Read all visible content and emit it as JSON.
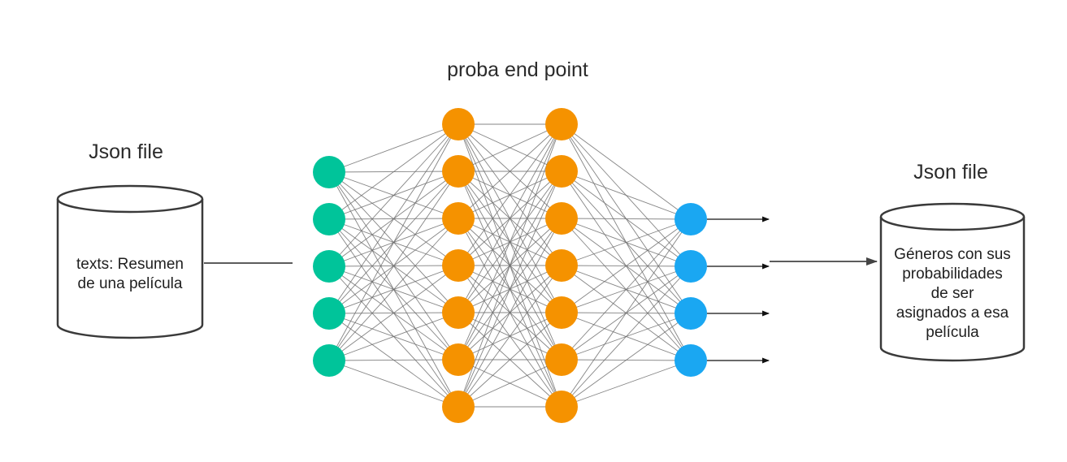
{
  "diagram": {
    "title": "proba end point",
    "input": {
      "heading": "Json file",
      "lines": [
        "texts: Resumen",
        "de una película"
      ]
    },
    "output": {
      "heading": "Json file",
      "lines": [
        "Géneros con sus",
        "probabilidades",
        "de ser",
        "asignados a esa",
        "película"
      ]
    },
    "network": {
      "layers": [
        {
          "name": "input-layer",
          "count": 5,
          "color": "#00c49a"
        },
        {
          "name": "hidden-layer-1",
          "count": 7,
          "color": "#f59200"
        },
        {
          "name": "hidden-layer-2",
          "count": 7,
          "color": "#f59200"
        },
        {
          "name": "output-layer",
          "count": 4,
          "color": "#1aa7f2"
        }
      ],
      "edge_color": "#6e6e6e",
      "arrow_color": "#444444"
    }
  }
}
